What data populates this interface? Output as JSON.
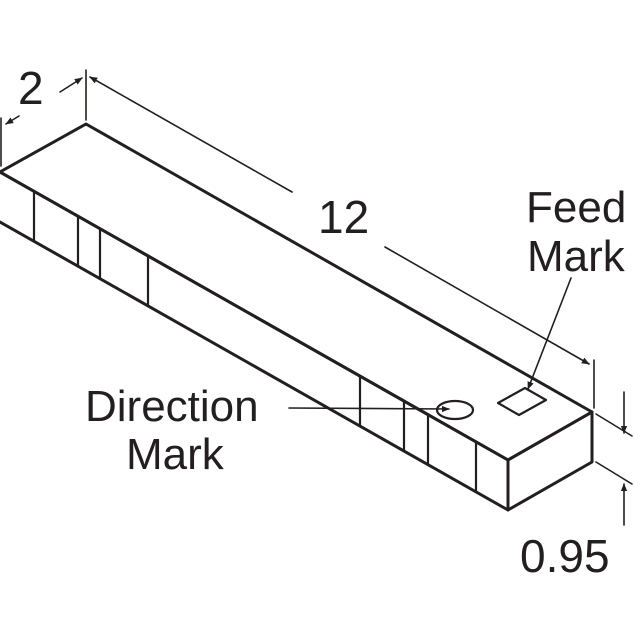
{
  "dimensions": {
    "width": "2",
    "length": "12",
    "height": "0.95"
  },
  "labels": {
    "feed_mark_line1": "Feed",
    "feed_mark_line2": "Mark",
    "direction_mark_line1": "Direction",
    "direction_mark_line2": "Mark"
  },
  "colors": {
    "stroke": "#231f20",
    "background": "#ffffff"
  }
}
